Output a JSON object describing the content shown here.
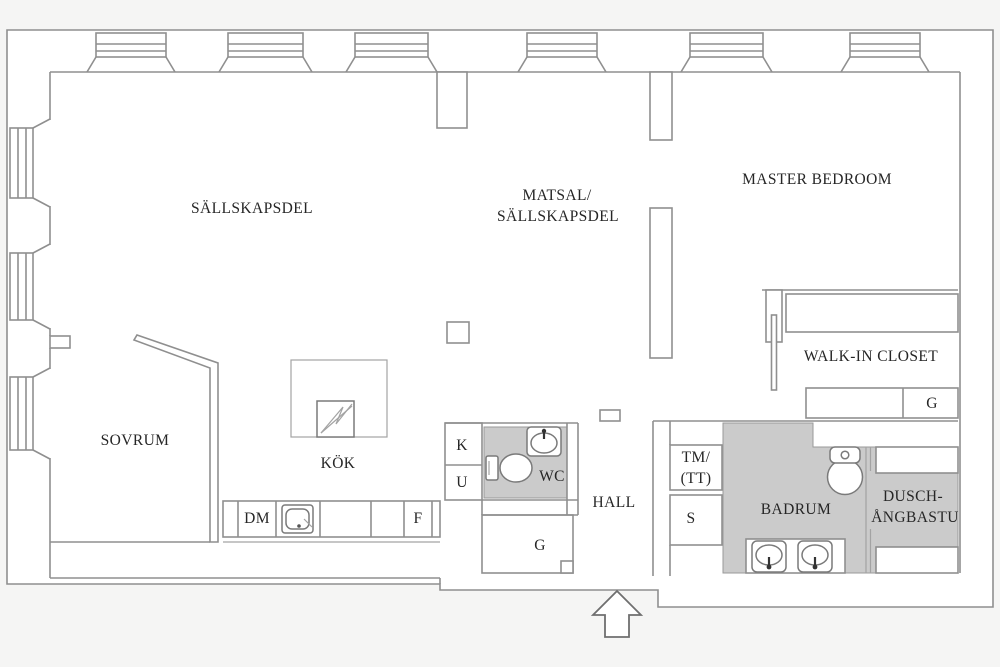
{
  "plan": {
    "rooms": {
      "sallskapsdel": "SÄLLSKAPSDEL",
      "matsal_line1": "MATSAL/",
      "matsal_line2": "SÄLLSKAPSDEL",
      "master_bedroom": "MASTER BEDROOM",
      "walk_in_closet": "WALK-IN CLOSET",
      "sovrum": "SOVRUM",
      "kok": "KÖK",
      "hall": "HALL",
      "wc": "WC",
      "badrum": "BADRUM",
      "dusch_line1": "DUSCH-",
      "dusch_line2": "ÅNGBASTU"
    },
    "fixtures": {
      "dm": "DM",
      "f": "F",
      "k": "K",
      "u": "U",
      "s": "S",
      "tm_line1": "TM/",
      "tm_line2": "(TT)",
      "g_closet_hall": "G",
      "g_walk_in": "G"
    },
    "colors": {
      "wall_line": "#8f8f8f",
      "wet_room_floor": "#cbcbcb",
      "floor": "#ffffff",
      "background": "#f5f5f4",
      "text": "#262626"
    }
  }
}
